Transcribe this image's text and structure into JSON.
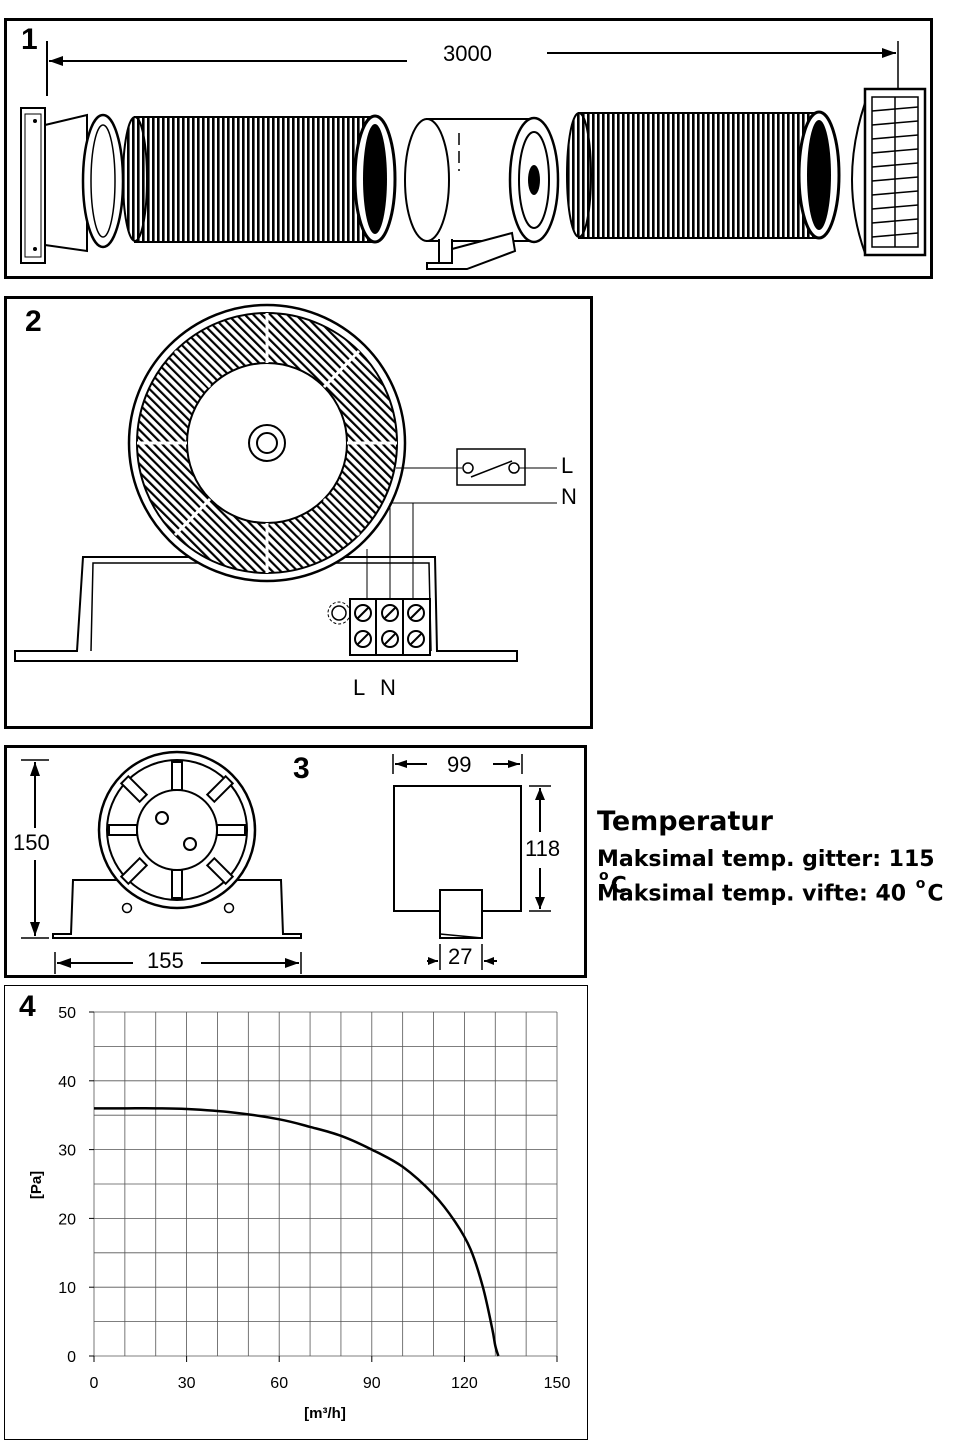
{
  "panel1": {
    "number": "1",
    "length_label": "3000"
  },
  "panel2": {
    "number": "2",
    "switch_labels": [
      "L",
      "N"
    ],
    "terminal_labels": [
      "L",
      "N"
    ]
  },
  "panel3": {
    "number": "3",
    "height_label": "150",
    "width_label": "155",
    "box_width_label": "99",
    "box_height_label": "118",
    "foot_width_label": "27"
  },
  "temperature": {
    "heading": "Temperatur",
    "lines": [
      {
        "text": "Maksimal temp. gitter: 115",
        "unit": "C",
        "degree": "o"
      },
      {
        "text": "Maksimal temp. vifte: 40",
        "unit": "C",
        "degree": "o"
      }
    ]
  },
  "panel4": {
    "number": "4"
  },
  "chart_data": {
    "type": "line",
    "title": "",
    "xlabel": "[m³/h]",
    "ylabel": "[Pa]",
    "xlim": [
      0,
      150
    ],
    "ylim": [
      0,
      50
    ],
    "x_ticks": [
      "0",
      "30",
      "60",
      "90",
      "120",
      "150"
    ],
    "y_ticks": [
      "0",
      "10",
      "20",
      "30",
      "40",
      "50"
    ],
    "grid": true,
    "series": [
      {
        "x": [
          0,
          10,
          20,
          30,
          45,
          60,
          70,
          80,
          90,
          100,
          110,
          117,
          122,
          126,
          129,
          130,
          131
        ],
        "y": [
          36,
          36,
          36,
          35.9,
          35.4,
          34.4,
          33.3,
          32,
          30,
          27.5,
          23.5,
          19.5,
          15.5,
          10,
          4,
          1.5,
          0
        ]
      }
    ],
    "line_color": "#000000"
  }
}
